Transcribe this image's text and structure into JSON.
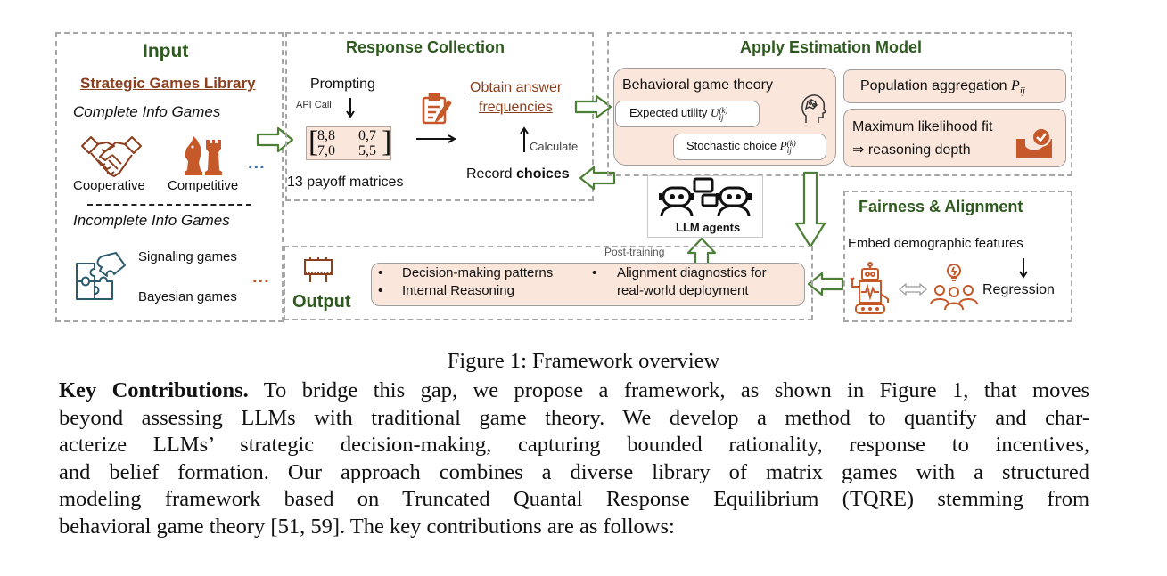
{
  "figure": {
    "input": {
      "title": "Input",
      "library_label": "Strategic Games Library",
      "complete_label": "Complete Info Games",
      "cooperative": "Cooperative",
      "competitive": "Competitive",
      "more": "...",
      "incomplete_label": "Incomplete Info Games",
      "signaling": "Signaling games",
      "bayesian": "Bayesian games",
      "more2": "..."
    },
    "response": {
      "title": "Response Collection",
      "prompting": "Prompting",
      "api_call": "API Call",
      "matrix": [
        [
          "8,8",
          "0,7"
        ],
        [
          "7,0",
          "5,5"
        ]
      ],
      "matrices_count": "13 payoff matrices",
      "obtain_line1": "Obtain answer",
      "obtain_line2": "frequencies",
      "calculate": "Calculate",
      "record": "Record ",
      "record_bold": "choices"
    },
    "estimation": {
      "title": "Apply Estimation Model",
      "bgt": "Behavioral game theory",
      "expected_utility": "Expected utility ",
      "expected_utility_sym": "U",
      "stochastic_choice": "Stochastic choice ",
      "stochastic_choice_sym": "P",
      "superscript": "(k)",
      "subscript": "ij",
      "population": "Population aggregation ",
      "population_sym": "P",
      "mle_line1": "Maximum likelihood fit",
      "mle_line2": "⇒ reasoning depth"
    },
    "agents": {
      "label": "LLM agents",
      "post_training": "Post-training"
    },
    "fairness": {
      "title": "Fairness & Alignment",
      "embed": "Embed demographic features",
      "regression": "Regression"
    },
    "output": {
      "title": "Output",
      "bullets_left": [
        "Decision-making patterns",
        "Internal Reasoning"
      ],
      "bullet_right_line1": "Alignment diagnostics for",
      "bullet_right_line2": "real-world deployment",
      "bullet_char": "•"
    },
    "colors": {
      "title_green": "#2f5a1f",
      "arrow_green": "#4a7f35",
      "brown": "#8a3f1e",
      "icon_orange": "#c5592a",
      "pink_fill": "#fbe6dc",
      "dots_blue": "#3e6fa5"
    }
  },
  "caption": "Figure 1: Framework overview",
  "paragraph": {
    "lead": "Key Contributions.",
    "lines": [
      " To bridge this gap, we propose a framework, as shown in Figure 1, that moves",
      "beyond assessing LLMs with traditional game theory.  We develop a method to quantify and char-",
      "acterize LLMs’ strategic decision-making, capturing bounded rationality, response to incentives,",
      "and belief formation.  Our approach combines a diverse library of matrix games with a structured",
      "modeling framework based on Truncated Quantal Response Equilibrium (TQRE) stemming from",
      "behavioral game theory [51, 59]. The key contributions are as follows:"
    ]
  }
}
